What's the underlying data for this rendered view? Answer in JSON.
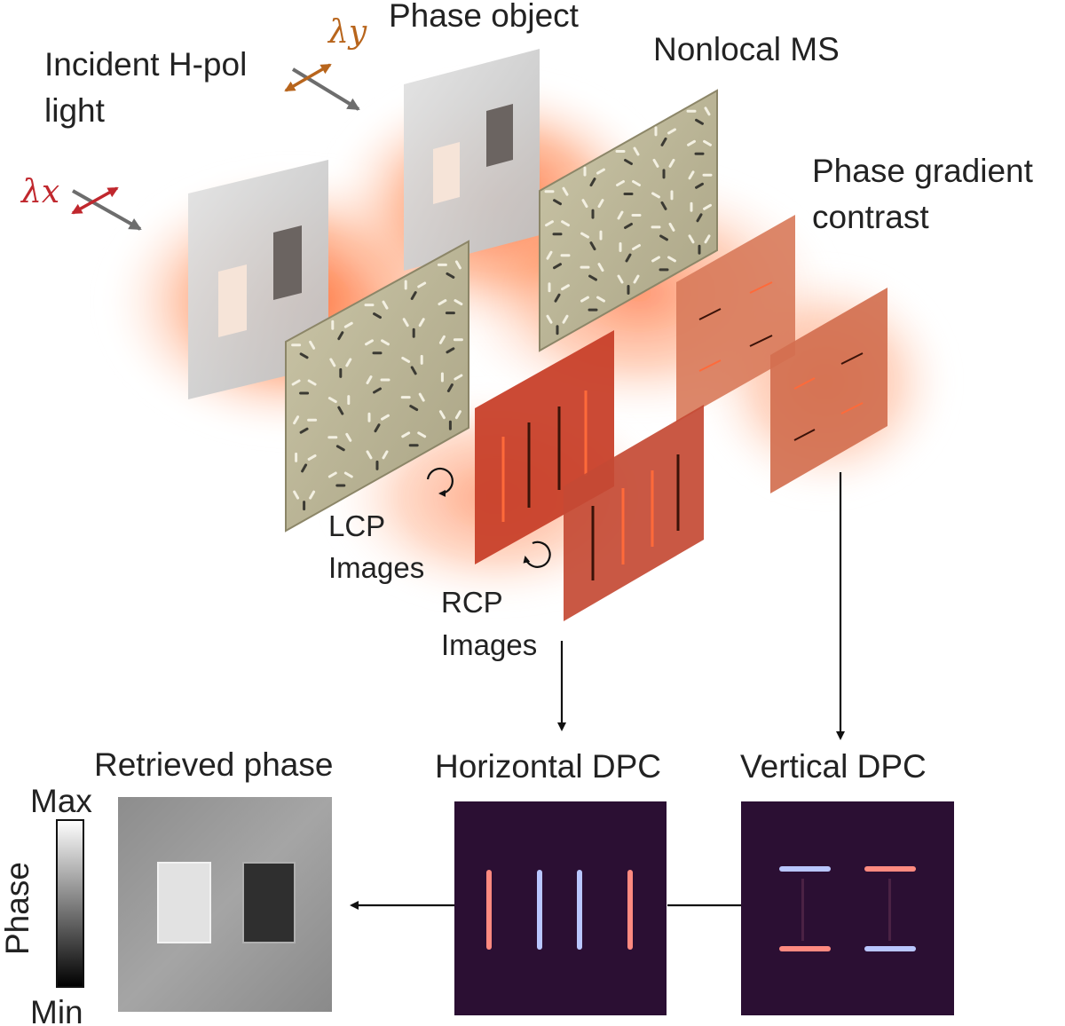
{
  "labels": {
    "incident_line1": "Incident H-pol",
    "incident_line2": "light",
    "lambda_x": "λx",
    "lambda_y": "λy",
    "phase_object": "Phase object",
    "nonlocal_ms": "Nonlocal MS",
    "phase_gradient_line1": "Phase gradient",
    "phase_gradient_line2": "contrast",
    "lcp_line1": "LCP",
    "lcp_line2": "Images",
    "rcp_line1": "RCP",
    "rcp_line2": "Images",
    "retrieved_phase": "Retrieved phase",
    "horizontal_dpc": "Horizontal DPC",
    "vertical_dpc": "Vertical DPC",
    "colorbar_max": "Max",
    "colorbar_min": "Min",
    "colorbar_axis": "Phase"
  },
  "colors": {
    "lambda_x": "#c0272d",
    "lambda_y": "#b8651c",
    "arrow_gray": "#6d6d6d",
    "glow": "#ff5a1f",
    "metasurface": "#b8b294",
    "lcp_plate": "#c8402a",
    "rcp_plate": "#c44a34",
    "pgc_plate": "#d97c5c",
    "dpc_background": "#2b0f33",
    "dpc_red": "#ff8a80",
    "dpc_blue": "#b9c6ff"
  }
}
